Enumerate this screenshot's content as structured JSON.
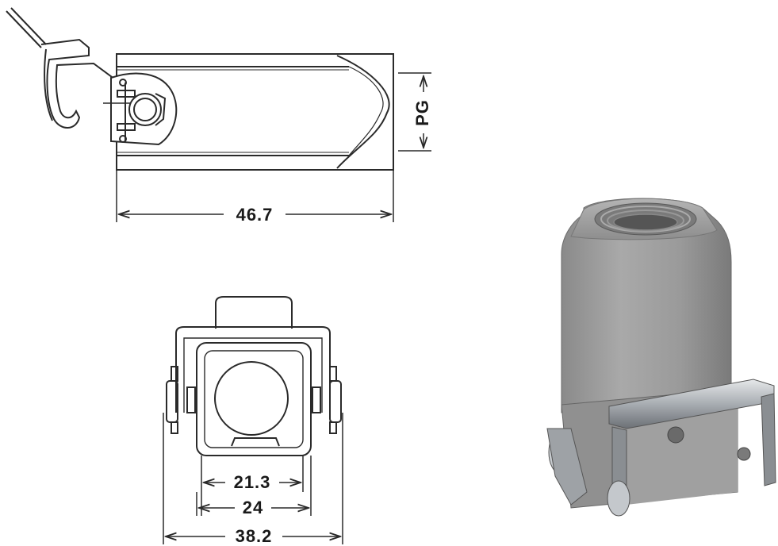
{
  "dimensions": {
    "length": "46.7",
    "pg": "PG",
    "inner_width": "21.3",
    "mid_width": "24",
    "outer_width": "38.2"
  },
  "colors": {
    "line": "#2a2a2a",
    "housing_body": "#9c9c9c",
    "housing_shadow": "#6e6e6e",
    "metal_clip": "#b8bcc0"
  }
}
